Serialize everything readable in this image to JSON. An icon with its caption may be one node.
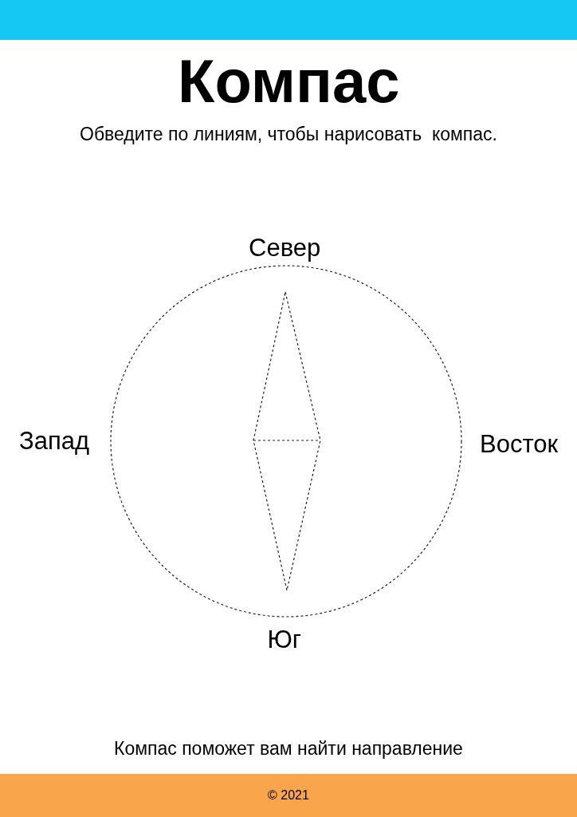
{
  "diagram": {
    "title": "Компас",
    "labels": [
      "Обведите по линиям, чтобы нарисовать  компас.",
      "Север",
      "Запад",
      "Восток",
      "Юг",
      "Компас поможет вам найти направление",
      "© 2021"
    ]
  }
}
